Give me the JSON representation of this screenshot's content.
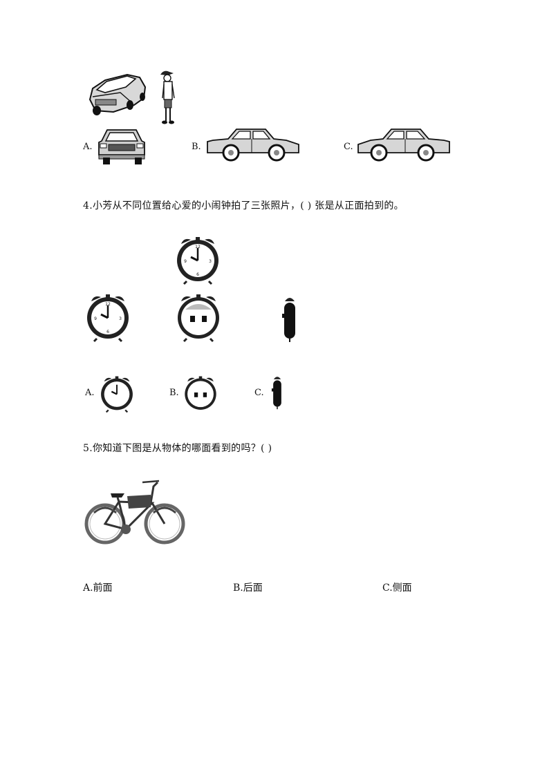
{
  "car_section": {
    "options": [
      "A.",
      "B.",
      "C."
    ]
  },
  "q4": {
    "text": "4.小芳从不同位置给心爱的小闹钟拍了三张照片，(     ) 张是从正面拍到的。",
    "options": [
      "A.",
      "B.",
      "C."
    ]
  },
  "q5": {
    "text": "5.你知道下图是从物体的哪面看到的吗？(       )",
    "options": [
      "A.前面",
      "B.后面",
      "C.侧面"
    ]
  }
}
